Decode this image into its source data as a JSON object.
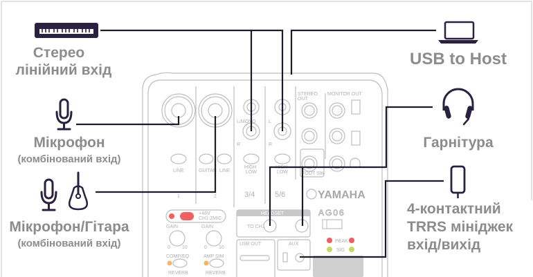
{
  "inputs": {
    "stereo_line": {
      "line1": "Стерео",
      "line2": "лінійний вхід",
      "icon": "keyboard-icon"
    },
    "mic": {
      "title": "Мікрофон",
      "subtitle": "(комбінований вхід)",
      "icon": "microphone-icon"
    },
    "mic_guitar": {
      "title": "Мікрофон/Гітара",
      "subtitle": "(комбінований вхід)",
      "icons": [
        "microphone-icon",
        "guitar-icon"
      ]
    }
  },
  "outputs": {
    "usb": {
      "label": "USB to Host",
      "icon": "laptop-icon"
    },
    "headset": {
      "label": "Гарнітура",
      "icon": "headset-icon"
    },
    "trrs": {
      "line1": "4-контактний",
      "line2": "TRRS мініджек",
      "line3": "вхід/вихід",
      "icon": "smartphone-icon"
    }
  },
  "device": {
    "brand": "YAMAHA",
    "model": "AG06",
    "stereo_out": "STEREO",
    "stereo_out2": "OUT",
    "monitor_out": "MONITOR OUT",
    "l_mono": "L/MONO",
    "l": "L",
    "r": "R",
    "line": "LINE",
    "guitar": "GUITAR",
    "high": "HIGH",
    "low": "LOW",
    "foot_sw": "FOOT SW",
    "ch1": "1",
    "ch2": "2",
    "ch34": "3/4",
    "ch56": "5/6",
    "headset": "HEADSET",
    "to_ch1": "TO CH1",
    "phantom": "+48V",
    "phantom2": "CH1-2MIC",
    "gain": "GAIN",
    "comp_eq": "COMP/EQ",
    "amp_sim": "AMP SIM",
    "reverb": "REVERB",
    "usb_out": "USB OUT",
    "aux": "AUX",
    "peak": "PEAK",
    "sig": "SIG",
    "gain_min": "0",
    "gain_max": "10"
  },
  "colors": {
    "cable": "#1e1a2a",
    "label": "#8c8c8c",
    "led_red": "#f06060",
    "led_green": "#c8d860",
    "led_orange": "#f3b867"
  }
}
